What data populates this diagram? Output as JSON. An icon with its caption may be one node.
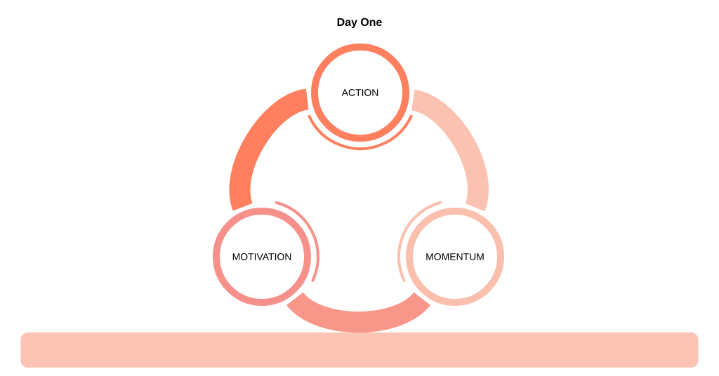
{
  "diagram": {
    "title": "Day One",
    "nodes": [
      {
        "text": [
          "ACTION"
        ]
      },
      {
        "text": [
          "MOTIVATION"
        ]
      },
      {
        "text": [
          "MOMENTUM"
        ]
      },
      {
        "text": [],
        "shape": "bar"
      }
    ],
    "edges": [
      {
        "from": 1,
        "to": 0,
        "arrow": "none",
        "color": "#ff7f5e"
      },
      {
        "from": 0,
        "to": 2,
        "arrow": "none",
        "color": "#fbc2b1"
      },
      {
        "from": 2,
        "to": 1,
        "arrow": "none",
        "color": "#f8968a"
      }
    ]
  }
}
